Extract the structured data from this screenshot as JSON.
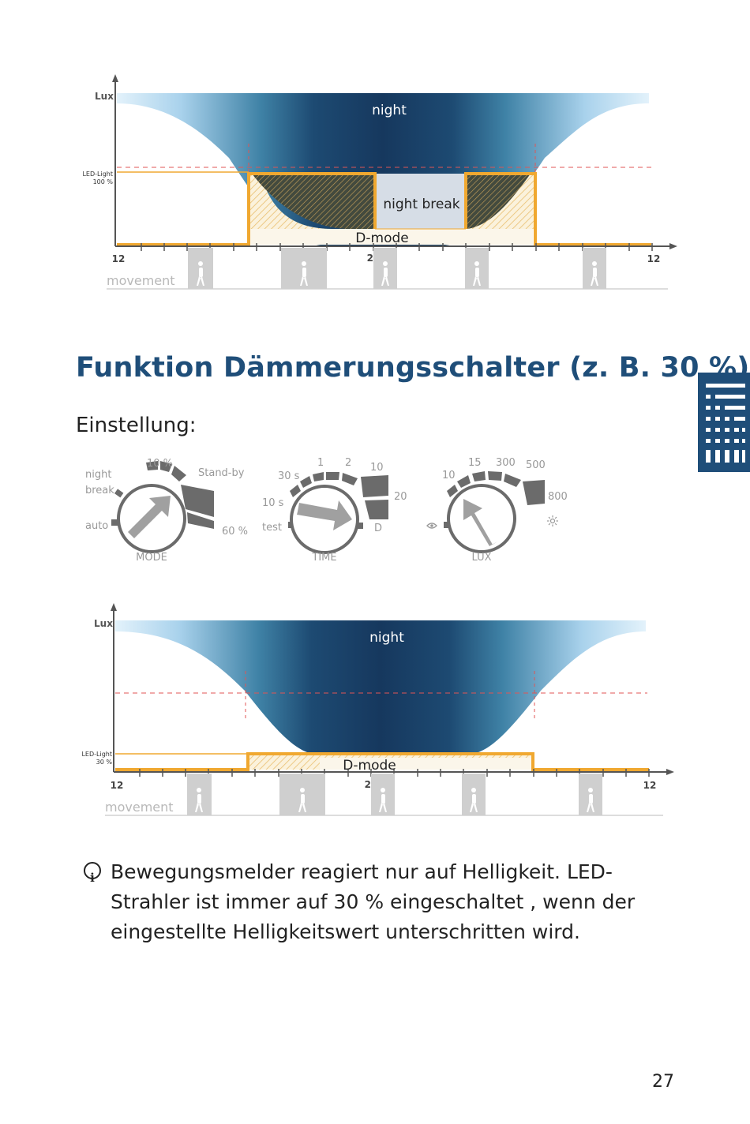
{
  "diagram1": {
    "lux_label": "Lux",
    "led_label_1": "LED-Light",
    "led_label_2": "100 %",
    "night_label": "night",
    "night_break_label": "night break",
    "dmode_label": "D-mode",
    "ticks": [
      "12",
      "24",
      "12"
    ],
    "movement_label": "movement"
  },
  "heading": "Funktion Dämmerungsschalter (z. B. 30 %)",
  "subheading": "Einstellung:",
  "dials": {
    "mode": {
      "name": "MODE",
      "labels": {
        "night": "night",
        "break": "break",
        "auto": "auto",
        "p10": "10 %",
        "standby": "Stand-by",
        "p60": "60 %"
      }
    },
    "time": {
      "name": "TIME",
      "labels": {
        "s30": "30 s",
        "one": "1",
        "two": "2",
        "ten": "10",
        "twenty": "20",
        "s10": "10 s",
        "test": "test",
        "d": "D"
      }
    },
    "lux": {
      "name": "LUX",
      "labels": {
        "ten": "10",
        "fifteen": "15",
        "three_hundred": "300",
        "five_hundred": "500",
        "eight_hundred": "800"
      }
    }
  },
  "diagram2": {
    "lux_label": "Lux",
    "led_label_1": "LED-Light",
    "led_label_2": "30 %",
    "night_label": "night",
    "dmode_label": "D-mode",
    "ticks": [
      "12",
      "24",
      "12"
    ],
    "movement_label": "movement"
  },
  "note": "Bewegungsmelder reagiert nur auf Helligkeit. LED-Strahler ist immer auf 30 % eingeschaltet , wenn der eingestellte Helligkeitswert unterschritten wird.",
  "page_number": "27",
  "colors": {
    "navy": "#1f4e79",
    "orange": "#f0a830",
    "red_dash": "#e05555",
    "light_blue": "#c8e6f7"
  }
}
